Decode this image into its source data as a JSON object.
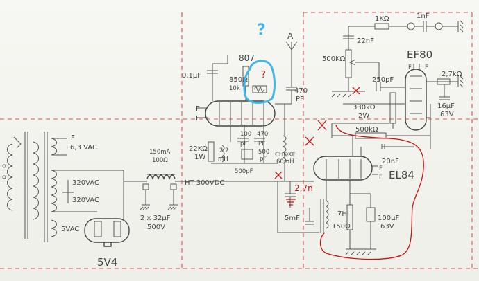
{
  "labels": {
    "f_tl": "F",
    "f_6v3": "6,3 VAC",
    "v320_a": "320VAC",
    "v320_b": "320VAC",
    "v5": "5VAC",
    "rect_tube": "5V4",
    "choke_i": "150mA",
    "choke_r": "100Ω",
    "ht": "HT 300VDC",
    "filter_cap": "2 x 32µF",
    "filter_v": "500V",
    "tube_807": "807",
    "c_01": "0,1µF",
    "r_850": "850Ω",
    "r_10k": "10k",
    "r_22k": "22KΩ",
    "r_1w": "1W",
    "l_22": "2,2",
    "l_mh": "mH",
    "c_100": "100",
    "c_100pf": "pF",
    "c_470": "470",
    "c_470pf": "PF",
    "c_500pf": "500pF",
    "c_500": "500",
    "c_500b": "pF",
    "choke_r2": "CHOKE",
    "choke_r3": "60mH",
    "c_470pf2": "470",
    "c_470pf3": "PF",
    "f1": "F",
    "f2": "F",
    "antenna": "A",
    "blue_q1": "?",
    "blue_q2": "?",
    "r_1k": "1KΩ",
    "c_1nf": "1nF",
    "c_22nf": "22nF",
    "pot_500k": "500KΩ",
    "c_250": "250pF",
    "tube_ef80": "EF80",
    "ef_f1": "F",
    "ef_f2": "F",
    "r_27k": "2,7kΩ",
    "r_330k": "330kΩ",
    "r_330w": "2W",
    "c_16": "16µF",
    "c_16v": "63V",
    "r_500k": "500kΩ",
    "c_20n": "20nF",
    "tube_el84": "EL84",
    "el_f1": "F",
    "el_f2": "F",
    "c_27n": "2,7n",
    "c_5m": "5mF",
    "choke_7h": "7H",
    "r_150": "150Ω",
    "c_100uf": "100µF",
    "c_100v": "63V"
  }
}
